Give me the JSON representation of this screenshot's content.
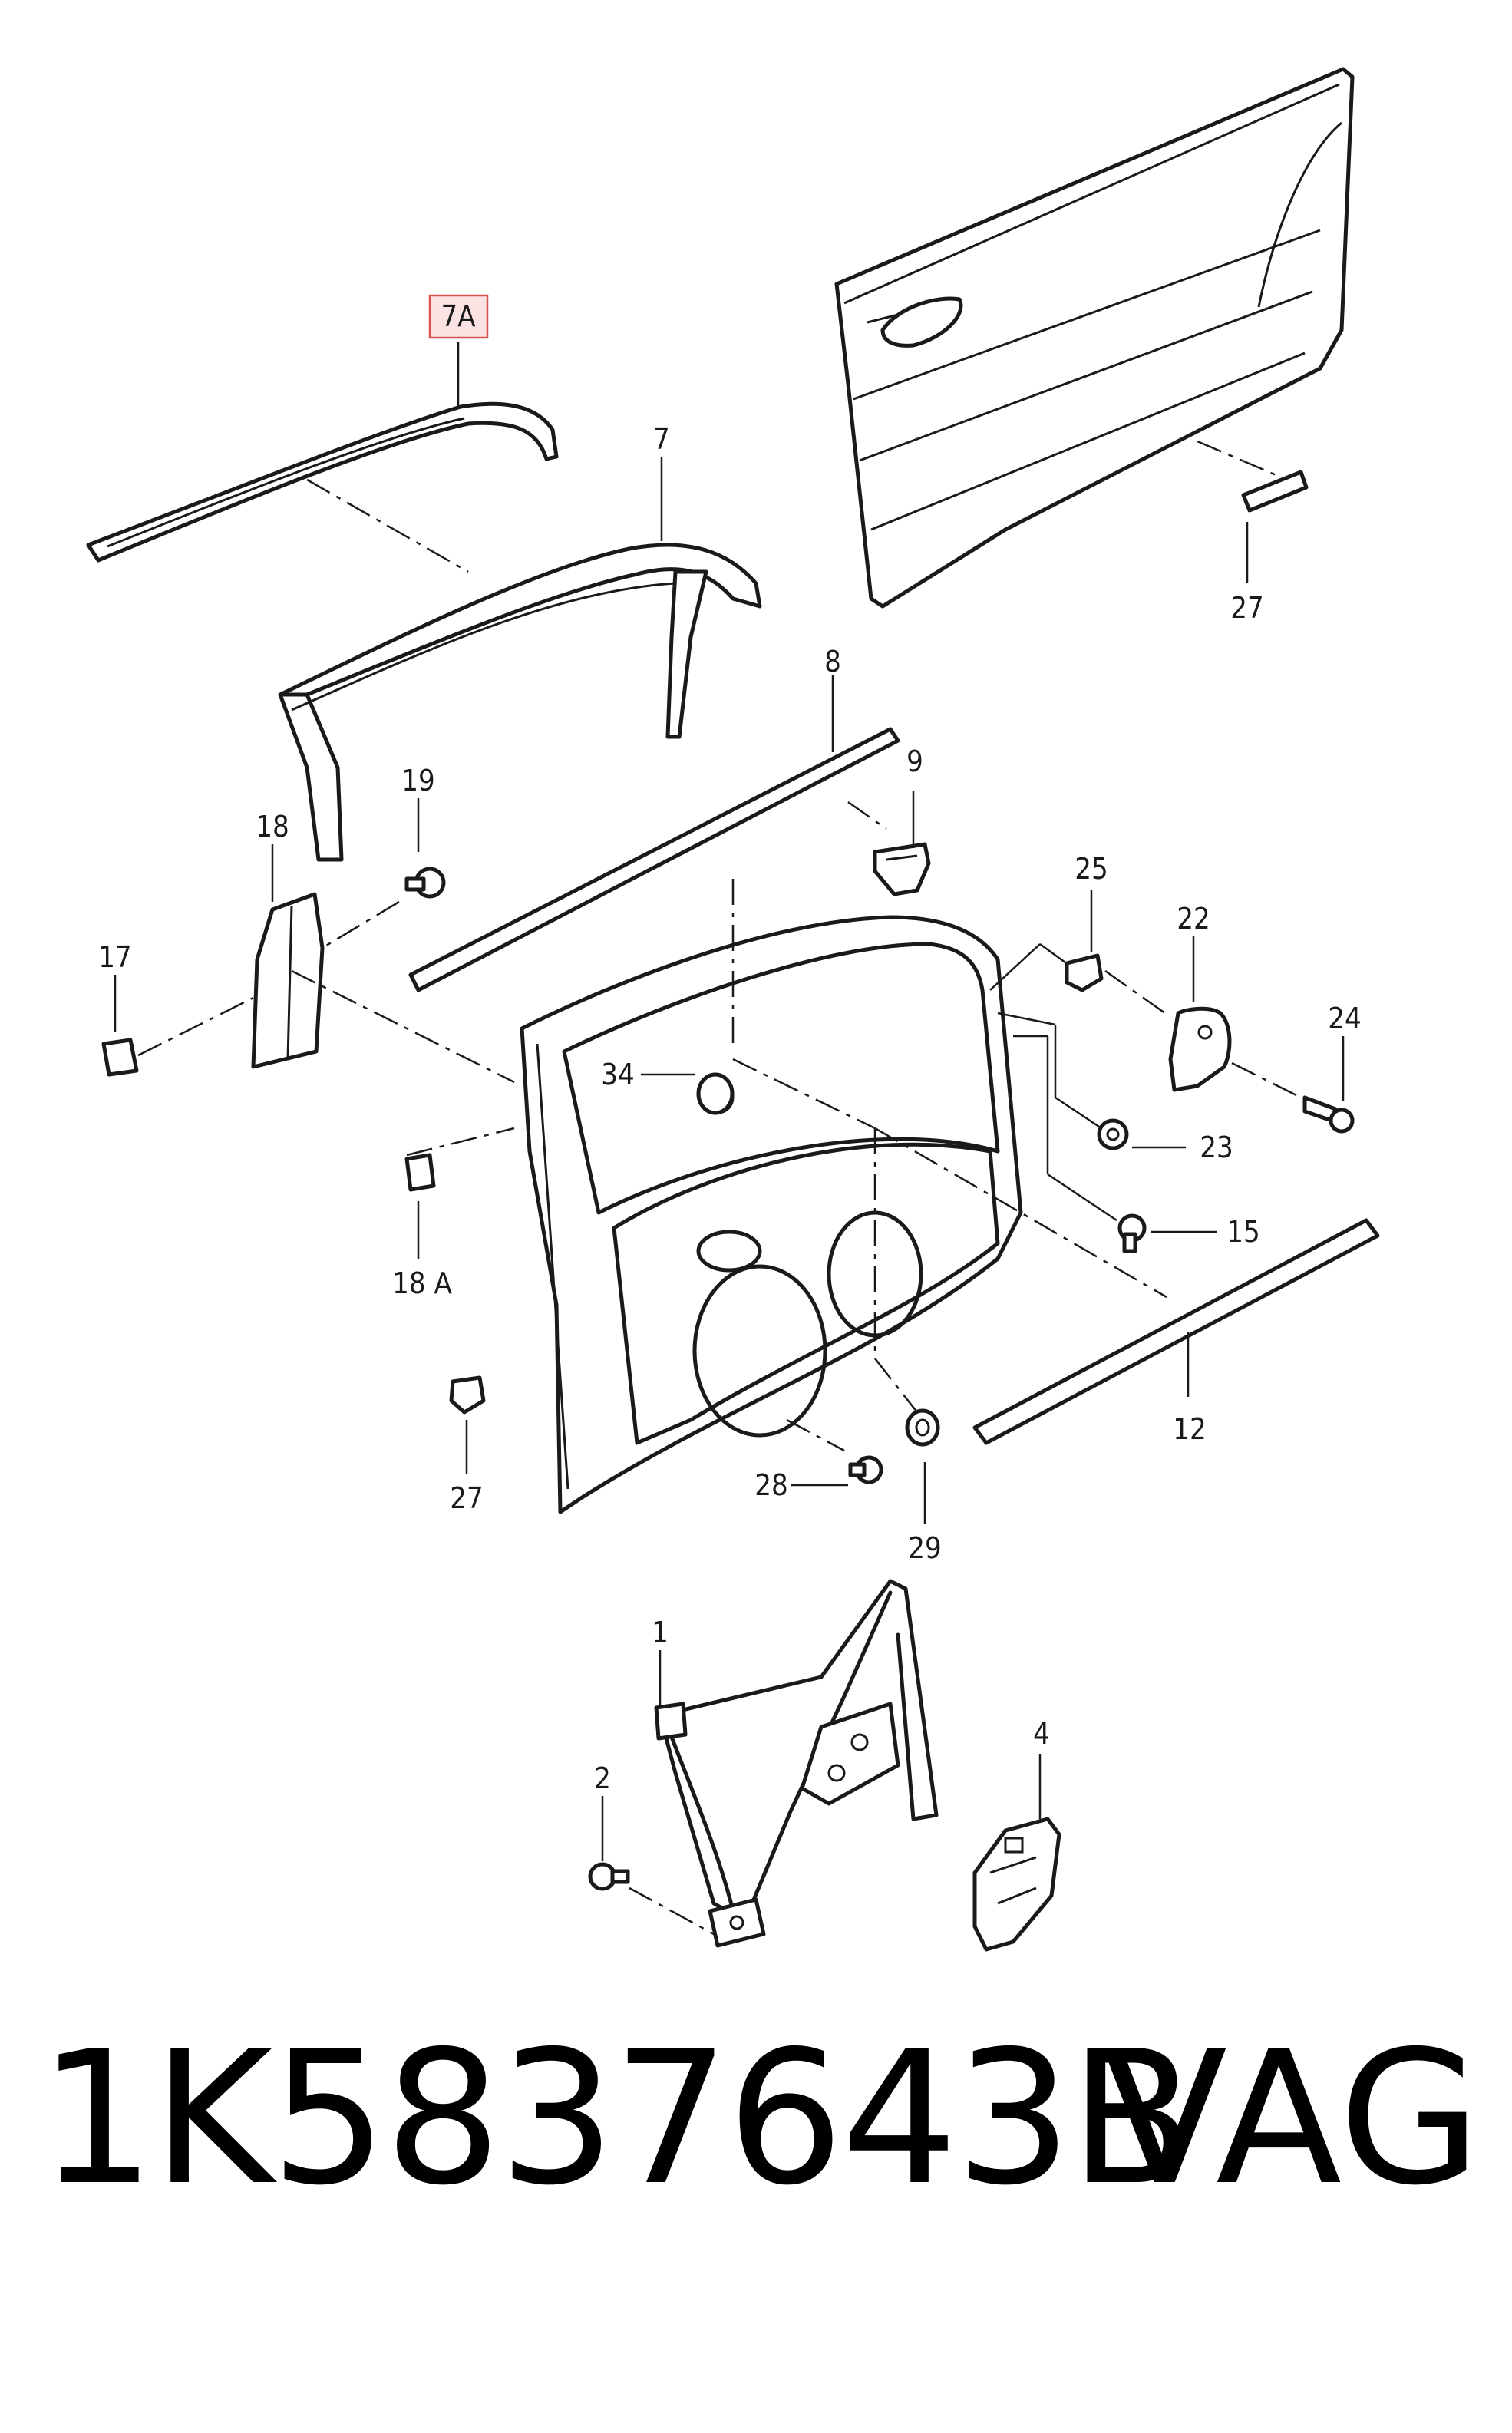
{
  "diagram": {
    "highlighted_label": "7A",
    "labels": {
      "l7A": "7A",
      "l7": "7",
      "l27a": "27",
      "l8": "8",
      "l9": "9",
      "l19": "19",
      "l18": "18",
      "l17": "17",
      "l25": "25",
      "l22": "22",
      "l24": "24",
      "l34": "34",
      "l23": "23",
      "l15": "15",
      "l18A": "18 A",
      "l12": "12",
      "l27b": "27",
      "l28": "28",
      "l29": "29",
      "l1": "1",
      "l2": "2",
      "l4": "4"
    }
  },
  "footer": {
    "part_number": "1K5837643B",
    "brand": "VAG"
  },
  "colors": {
    "highlight_fill": "#fbe3e3",
    "highlight_stroke": "#d9534f",
    "line": "#1a1a1a"
  }
}
